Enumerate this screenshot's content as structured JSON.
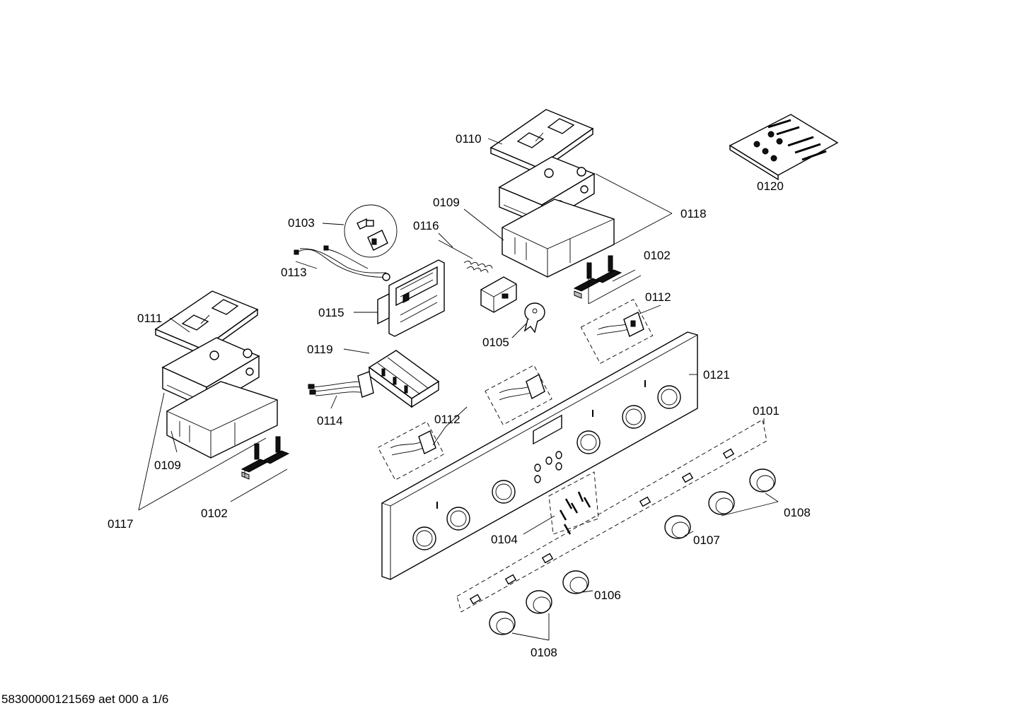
{
  "labels": {
    "p0101": "0101",
    "p0102a": "0102",
    "p0102b": "0102",
    "p0103": "0103",
    "p0104": "0104",
    "p0105": "0105",
    "p0106": "0106",
    "p0107": "0107",
    "p0108a": "0108",
    "p0108b": "0108",
    "p0109a": "0109",
    "p0109b": "0109",
    "p0110": "0110",
    "p0111": "0111",
    "p0112a": "0112",
    "p0112b": "0112",
    "p0113": "0113",
    "p0114": "0114",
    "p0115": "0115",
    "p0116": "0116",
    "p0117": "0117",
    "p0118": "0118",
    "p0119": "0119",
    "p0120": "0120",
    "p0121": "0121"
  },
  "footer": "58300000121569 aet 000 a 1/6"
}
